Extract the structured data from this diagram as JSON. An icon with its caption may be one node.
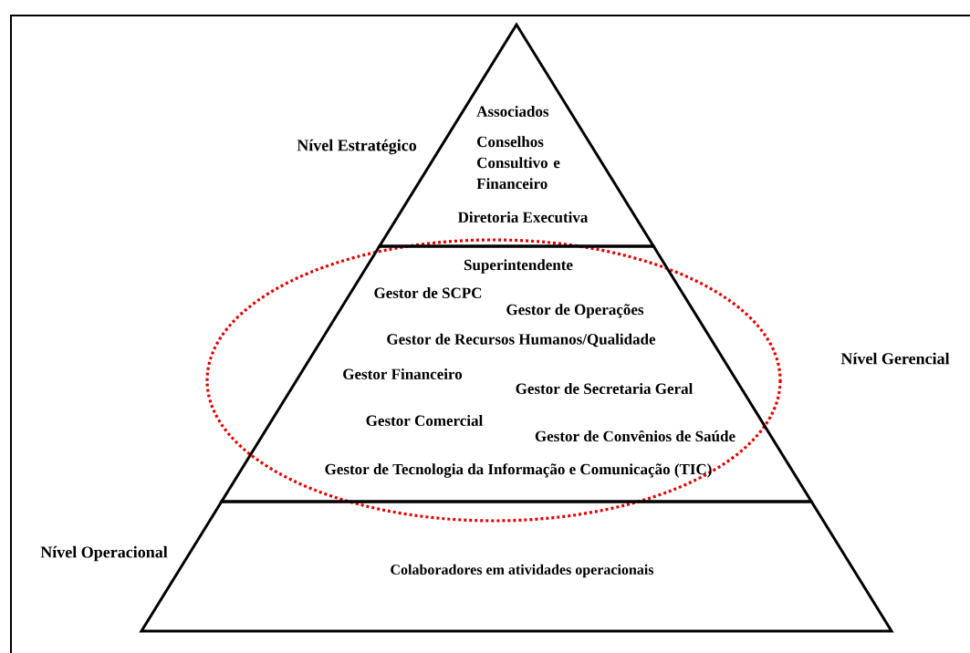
{
  "diagram": {
    "nodes": [
      {
        "text": [
          "Associados",
          "Conselhos Consultivo e Financeiro",
          "Diretoria Executiva"
        ],
        "beside": [
          "Nível Estratégico"
        ]
      },
      {
        "text": [
          "Superintendente",
          "Gestor de SCPC",
          "Gestor de Operações",
          "Gestor de Recursos Humanos/Qualidade",
          "Gestor Financeiro",
          "Gestor de Secretaria Geral",
          "Gestor Comercial",
          "Gestor de Convênios de Saúde",
          "Gestor de Tecnologia da Informação e Comunicação (TIC)"
        ],
        "beside": [
          "Nível Gerencial"
        ]
      },
      {
        "text": [
          "Colaboradores em atividades operacionais"
        ],
        "beside": [
          "Nível Operacional"
        ]
      }
    ]
  }
}
